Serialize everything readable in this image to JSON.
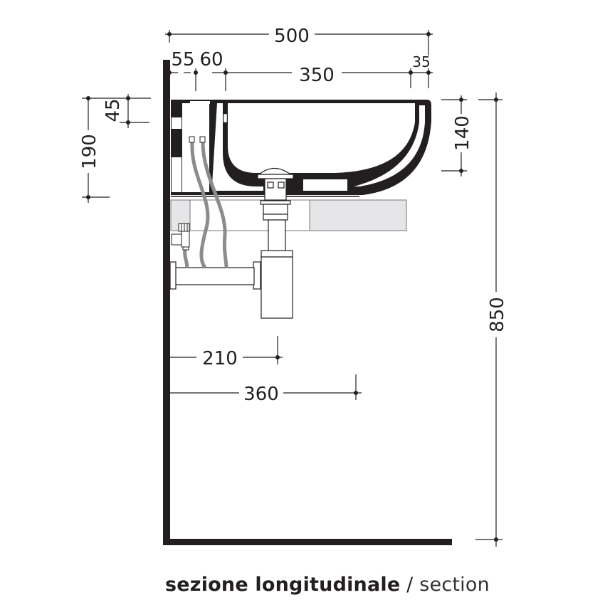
{
  "drawing": {
    "title": "sezione longitudinale / section",
    "caption": {
      "italian": "sezione longitudinale",
      "separator": " / ",
      "english": "section"
    },
    "units": "mm",
    "colors": {
      "ink": "#231f20",
      "hose": "#8c8c8c",
      "countertop": "#e6e6e8",
      "outline": "#555555"
    },
    "dimensions": {
      "total_width": "500",
      "wall_gap": "55",
      "tap_offset": "60",
      "bowl_width": "350",
      "rim_right": "35",
      "rim_thickness": "45",
      "basin_height": "190",
      "bowl_depth": "140",
      "mount_height": "850",
      "drain_offset": "210",
      "trap_offset": "360"
    }
  }
}
